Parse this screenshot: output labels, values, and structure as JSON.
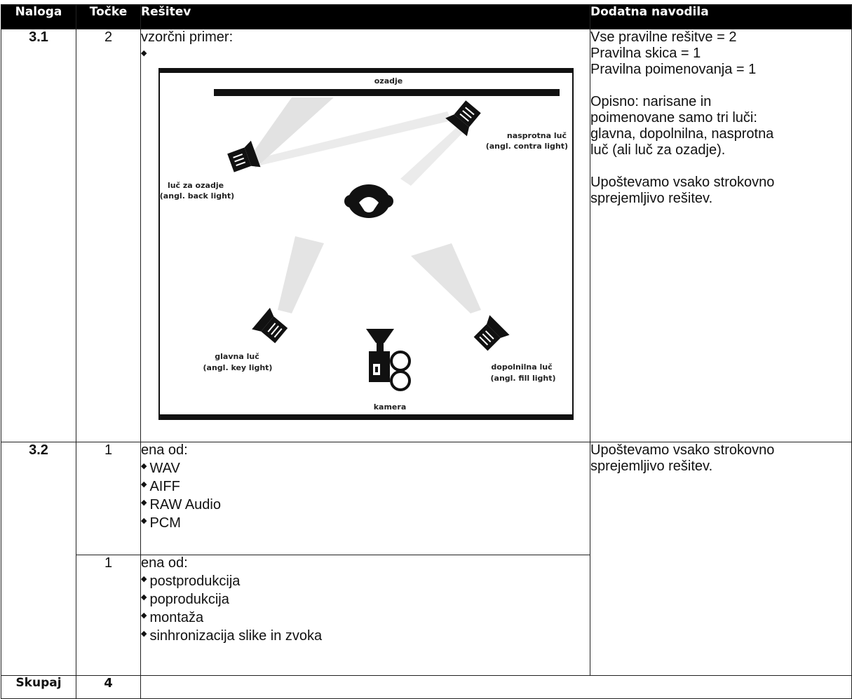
{
  "headers": {
    "task": "Naloga",
    "points": "Točke",
    "solution": "Rešitev",
    "notes": "Dodatna navodila"
  },
  "rows": [
    {
      "task": "3.1",
      "points": "2",
      "intro": "vzorčni primer:",
      "diagram": {
        "background": "ozadje",
        "contra_1": "nasprotna luč",
        "contra_2": "(angl. contra light)",
        "back_1": "luč za ozadje",
        "back_2": "(angl. back light)",
        "key_1": "glavna luč",
        "key_2": "(angl. key light)",
        "fill_1": "dopolnilna luč",
        "fill_2": "(angl. fill light)",
        "camera": "kamera"
      },
      "notes": [
        "Vse pravilne rešitve = 2",
        "Pravilna skica = 1",
        "Pravilna poimenovanja = 1",
        "",
        "Opisno: narisane in",
        "poimenovane samo tri luči:",
        "glavna, dopolnilna, nasprotna",
        "luč (ali luč za ozadje).",
        "",
        "Upoštevamo vsako strokovno",
        "sprejemljivo rešitev."
      ]
    },
    {
      "task": "3.2",
      "sub": [
        {
          "points": "1",
          "intro": "ena od:",
          "items": [
            "WAV",
            "AIFF",
            "RAW Audio",
            "PCM"
          ]
        },
        {
          "points": "1",
          "intro": "ena od:",
          "items": [
            "postprodukcija",
            "poprodukcija",
            "montaža",
            "sinhronizacija slike in zvoka"
          ]
        }
      ],
      "notes": [
        "Upoštevamo vsako strokovno",
        "sprejemljivo rešitev."
      ]
    }
  ],
  "total": {
    "label": "Skupaj",
    "points": "4"
  }
}
